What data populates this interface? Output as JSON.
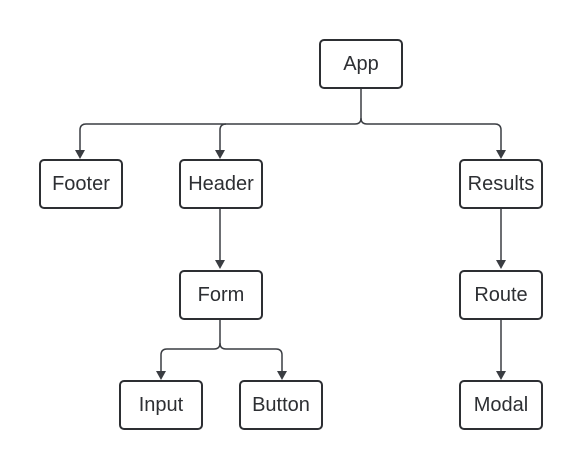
{
  "diagram": {
    "nodes": {
      "app": "App",
      "footer": "Footer",
      "header": "Header",
      "results": "Results",
      "form": "Form",
      "route": "Route",
      "input": "Input",
      "button": "Button",
      "modal": "Modal"
    },
    "edges": [
      {
        "from": "app",
        "to": "footer"
      },
      {
        "from": "app",
        "to": "header"
      },
      {
        "from": "app",
        "to": "results"
      },
      {
        "from": "header",
        "to": "form"
      },
      {
        "from": "form",
        "to": "input"
      },
      {
        "from": "form",
        "to": "button"
      },
      {
        "from": "results",
        "to": "route"
      },
      {
        "from": "route",
        "to": "modal"
      }
    ],
    "colors": {
      "stroke": "#2d2f33",
      "fill": "#ffffff",
      "text": "#2d2f33"
    }
  }
}
